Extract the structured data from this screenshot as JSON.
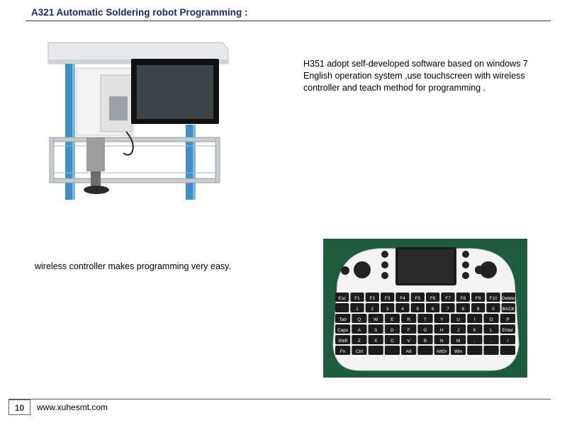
{
  "header": {
    "title": "A321 Automatic Soldering robot Programming :"
  },
  "content": {
    "paragraph_1": "H351 adopt self-developed software based on windows 7 English operation system ,use touchscreen with wireless controller and teach method for programming .",
    "paragraph_2": "wireless controller makes programming very easy."
  },
  "images": {
    "robot": {
      "icon": "soldering-robot-photo"
    },
    "keyboard": {
      "icon": "wireless-keyboard-photo",
      "background": "#1e5a3c",
      "fn_row": [
        "Esc",
        "F1",
        "F2",
        "F3",
        "F4",
        "F5",
        "F6",
        "F7",
        "F8",
        "F9",
        "F10",
        "Delete"
      ],
      "row1": [
        "`",
        "1",
        "2",
        "3",
        "4",
        "5",
        "6",
        "7",
        "8",
        "9",
        "0",
        "BACK"
      ],
      "row2": [
        "Tab",
        "Q",
        "W",
        "E",
        "R",
        "T",
        "Y",
        "U",
        "I",
        "O",
        "P"
      ],
      "row3": [
        "Caps",
        "A",
        "S",
        "D",
        "F",
        "G",
        "H",
        "J",
        "K",
        "L",
        "Enter"
      ],
      "row4": [
        "Shift",
        "Z",
        "X",
        "C",
        "V",
        "B",
        "N",
        "M",
        ",",
        ".",
        "/"
      ],
      "row5": [
        "Fn",
        "Ctrl",
        "",
        "",
        "Alt",
        "",
        "AltGr",
        "Win",
        "",
        "",
        ""
      ]
    }
  },
  "footer": {
    "page_number": "10",
    "website": "www.xuhesmt.com"
  }
}
